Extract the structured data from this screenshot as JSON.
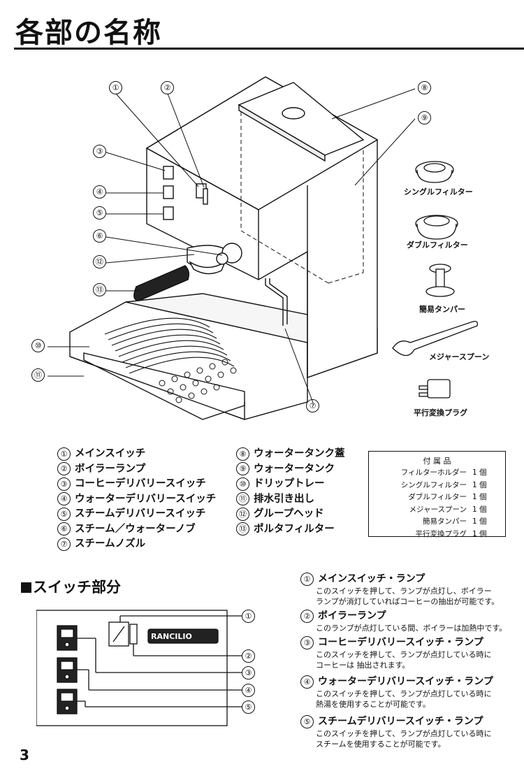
{
  "title": "各部の名称",
  "callouts": [
    "①",
    "②",
    "③",
    "④",
    "⑤",
    "⑥",
    "⑦",
    "⑧",
    "⑨",
    "⑩",
    "⑪",
    "⑫",
    "⑬"
  ],
  "accessory_labels": {
    "single_filter": "シングルフィルター",
    "double_filter": "ダブルフィルター",
    "tamper": "簡易タンパー",
    "spoon": "メジャースプーン",
    "plug": "平行変換プラグ"
  },
  "parts_left": [
    {
      "n": "①",
      "label": "メインスイッチ"
    },
    {
      "n": "②",
      "label": "ボイラーランプ"
    },
    {
      "n": "③",
      "label": "コーヒーデリバリースイッチ"
    },
    {
      "n": "④",
      "label": "ウォーターデリバリースイッチ"
    },
    {
      "n": "⑤",
      "label": "スチームデリバリースイッチ"
    },
    {
      "n": "⑥",
      "label": "スチーム／ウォーターノブ"
    },
    {
      "n": "⑦",
      "label": "スチームノズル"
    }
  ],
  "parts_right": [
    {
      "n": "⑧",
      "label": "ウォータータンク蓋"
    },
    {
      "n": "⑨",
      "label": "ウォータータンク"
    },
    {
      "n": "⑩",
      "label": "ドリップトレー"
    },
    {
      "n": "⑪",
      "label": "排水引き出し"
    },
    {
      "n": "⑫",
      "label": "グループヘッド"
    },
    {
      "n": "⑬",
      "label": "ポルタフィルター"
    }
  ],
  "accessories": {
    "heading": "付 属 品",
    "items": [
      {
        "name": "フィルターホルダー",
        "qty": "1 個"
      },
      {
        "name": "シングルフィルター",
        "qty": "1 個"
      },
      {
        "name": "ダブルフィルター",
        "qty": "1 個"
      },
      {
        "name": "メジャースプーン",
        "qty": "1 個"
      },
      {
        "name": "簡易タンパー",
        "qty": "1 個"
      },
      {
        "name": "平行変換プラグ",
        "qty": "1 個"
      }
    ]
  },
  "switch_section": {
    "title": "スイッチ部分",
    "brand": "RANCILIO"
  },
  "descriptions": [
    {
      "n": "①",
      "heading": "メインスイッチ・ランプ",
      "body": [
        "このスイッチを押して、ランプが点灯し、ボイラー",
        "ランプが消灯していればコーヒーの抽出が可能です。"
      ]
    },
    {
      "n": "②",
      "heading": "ボイラーランプ",
      "body": [
        "このランプが点灯している間、ボイラーは加熱中です。"
      ]
    },
    {
      "n": "③",
      "heading": "コーヒーデリバリースイッチ・ランプ",
      "body": [
        "このスイッチを押して、ランプが点灯している時に",
        "コーヒーは 抽出されます。"
      ]
    },
    {
      "n": "④",
      "heading": "ウォーターデリバリースイッチ・ランプ",
      "body": [
        "このスイッチを押して、ランプが点灯している時に",
        "熱湯を使用することが可能です。"
      ]
    },
    {
      "n": "⑤",
      "heading": "スチームデリバリースイッチ・ランプ",
      "body": [
        "このスイッチを押して、ランプが点灯している時に",
        "スチームを使用することが可能です。"
      ]
    }
  ],
  "page_number": "3"
}
